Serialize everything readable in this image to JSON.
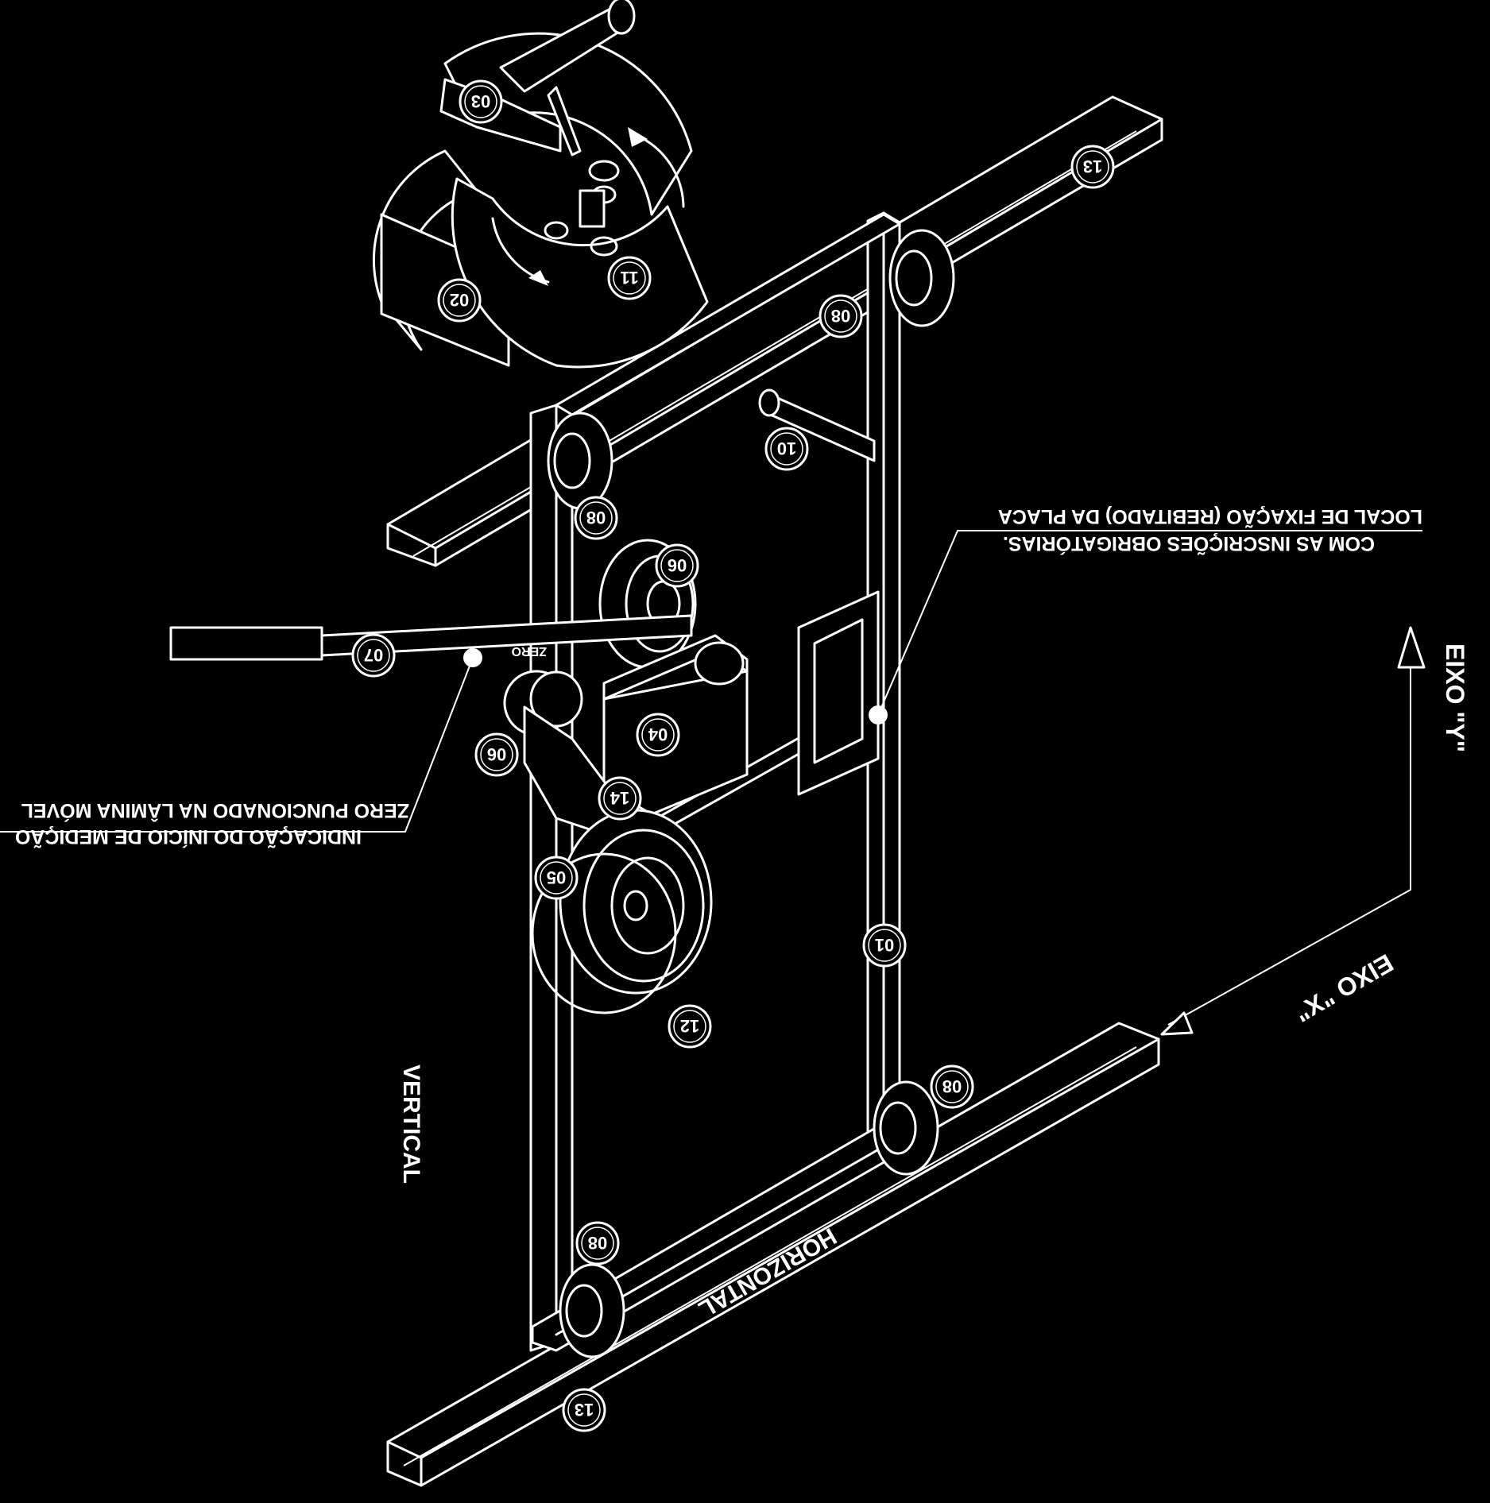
{
  "annotations": {
    "zero_line1": "ZERO PUNCIONADO NA LÂMINA MÓVEL",
    "zero_line2": "INDICAÇÃO DO INÍCIO DE MEDIÇÃO",
    "placa_line1": "LOCAL DE FIXAÇÃO (REBITADO) DA PLACA",
    "placa_line2": "COM AS INSCRIÇÕES OBRIGATÓRIAS.",
    "vertical": "VERTICAL",
    "horizontal": "HORIZONTAL",
    "eixo_x": "EIXO \"X\"",
    "eixo_y": "EIXO \"Y\"",
    "zero_tag": "ZERO"
  },
  "callouts": {
    "c01": "01",
    "c02": "02",
    "c03": "03",
    "c04": "04",
    "c05": "05",
    "c06a": "06",
    "c06b": "06",
    "c07": "07",
    "c08a": "08",
    "c08b": "08",
    "c08c": "08",
    "c08d": "08",
    "c10": "10",
    "c11": "11",
    "c12": "12",
    "c13a": "13",
    "c13b": "13",
    "c14": "14"
  }
}
